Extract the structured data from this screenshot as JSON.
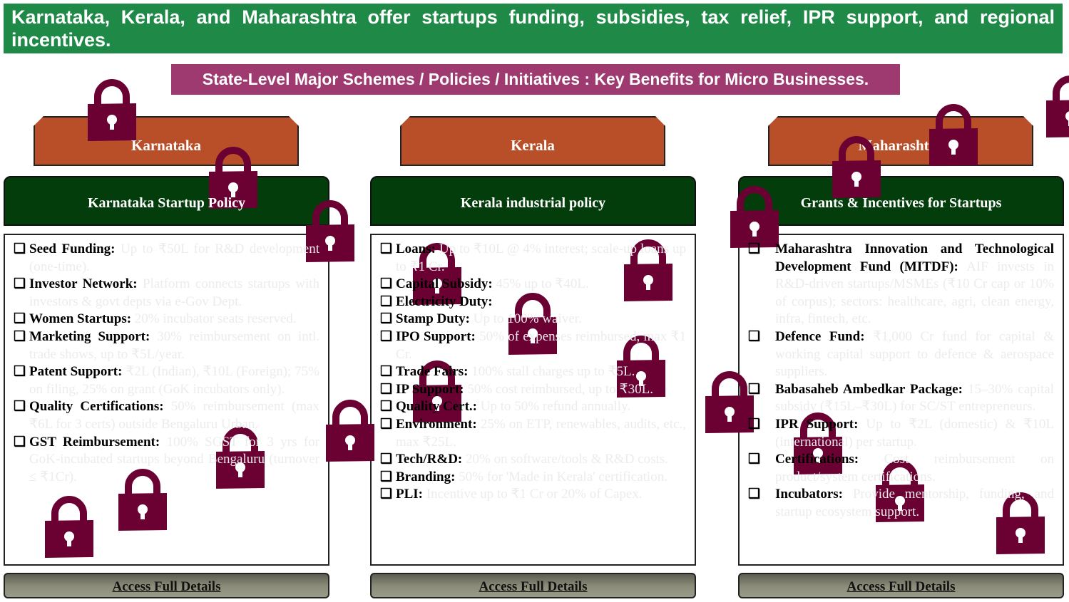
{
  "title": "Karnataka, Kerala, and Maharashtra offer startups funding, subsidies, tax relief, IPR support, and regional incentives.",
  "subtitle": "State-Level Major Schemes / Policies / Initiatives : Key Benefits for Micro Businesses.",
  "colors": {
    "title_bg": "#1f8a47",
    "subtitle_bg": "#9e3a70",
    "tab_bg": "#b84f28",
    "header_bg": "#033d0b",
    "lock": "#6b0033"
  },
  "overlay_icon": "lock-icon",
  "columns": [
    {
      "state": "Karnataka",
      "scheme": "Karnataka Startup Policy",
      "button": "Access Full Details",
      "items": [
        {
          "label": "Seed Funding:",
          "desc": "Up to ₹50L for R&D development (one-time)."
        },
        {
          "label": "Investor Network:",
          "desc": "Platform connects startups with investors & govt depts via e-Gov Dept."
        },
        {
          "label": "Women Startups:",
          "desc": "20% incubator seats reserved."
        },
        {
          "label": "Marketing Support:",
          "desc": "30% reimbursement on intl. trade shows, up to ₹5L/year."
        },
        {
          "label": "Patent Support:",
          "desc": "₹2L (Indian), ₹10L (Foreign); 75% on filing, 25% on grant (GoK incubators only)."
        },
        {
          "label": "Quality Certifications:",
          "desc": "50% reimbursement (max ₹6L for 3 certs) outside Bengaluru Urban."
        },
        {
          "label": "GST Reimbursement:",
          "desc": "100% SGST for 3 yrs for GoK-incubated startups beyond Bengaluru (turnover ≤ ₹1Cr)."
        }
      ]
    },
    {
      "state": "Kerala",
      "scheme": "Kerala industrial policy",
      "button": "Access Full Details",
      "items": [
        {
          "label": "Loans:",
          "desc": "Up to ₹10L @ 4% interest; scale-up loans up to ₹1 Cr."
        },
        {
          "label": "Capital Subsidy:",
          "desc": "45% up to ₹40L."
        },
        {
          "label": "Electricity Duty:",
          "desc": ""
        },
        {
          "label": "Stamp Duty:",
          "desc": "Up to 100% waiver."
        },
        {
          "label": "IPO Support:",
          "desc": "50% of expenses reimbursed, max ₹1 Cr."
        },
        {
          "label": "Trade Fairs:",
          "desc": "100% stall charges up to ₹5L."
        },
        {
          "label": "IP Support:",
          "desc": "50% cost reimbursed, up to ₹30L."
        },
        {
          "label": "Quality Cert.:",
          "desc": "Up to 50% refund annually."
        },
        {
          "label": "Environment:",
          "desc": "25% on ETP, renewables, audits, etc., max ₹25L."
        },
        {
          "label": "Tech/R&D:",
          "desc": "20% on software/tools & R&D costs."
        },
        {
          "label": "Branding:",
          "desc": "50% for 'Made in Kerala' certification."
        },
        {
          "label": "PLI:",
          "desc": "Incentive up to ₹1 Cr or 20% of Capex."
        }
      ]
    },
    {
      "state": "Maharashtra",
      "scheme": "Grants & Incentives for Startups",
      "button": "Access Full Details",
      "items": [
        {
          "label": "Maharashtra Innovation and Technological Development Fund (MITDF):",
          "desc": "AIF invests in R&D-driven startups/MSMEs (₹10 Cr cap or 10% of corpus); sectors: healthcare, agri, clean energy, infra, fintech, etc."
        },
        {
          "label": "Defence Fund:",
          "desc": "₹1,000 Cr fund for capital & working capital support to defence & aerospace suppliers."
        },
        {
          "label": "Babasaheb Ambedkar Package:",
          "desc": "15–30% capital subsidy (₹15L–₹30L) for SC/ST entrepreneurs."
        },
        {
          "label": "IPR Support:",
          "desc": "Up to ₹2L (domestic) & ₹10L (international) per startup."
        },
        {
          "label": "Certifications:",
          "desc": "Cost reimbursement on product/system certifications."
        },
        {
          "label": "Incubators:",
          "desc": "Provide mentorship, funding, and startup ecosystem support."
        }
      ]
    }
  ]
}
